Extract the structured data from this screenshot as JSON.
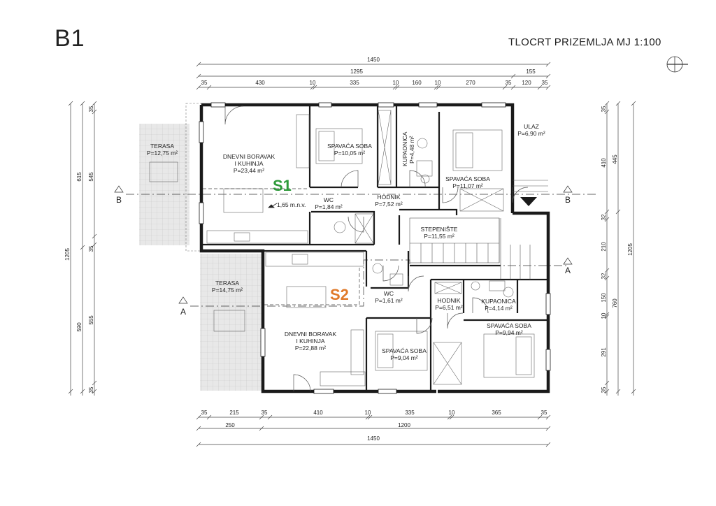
{
  "sheet": {
    "id": "B1",
    "title": "TLOCRT PRIZEMLJA   MJ 1:100"
  },
  "dims_top": {
    "total": "1450",
    "row2": [
      "1295",
      "155"
    ],
    "row3": [
      "35",
      "430",
      "10",
      "335",
      "10",
      "160",
      "10",
      "270",
      "35",
      "120",
      "35"
    ]
  },
  "dims_bottom": {
    "row1": [
      "35",
      "215",
      "35",
      "410",
      "10",
      "335",
      "10",
      "365",
      "35"
    ],
    "row2": [
      "250",
      "1200"
    ],
    "total": "1450"
  },
  "dims_left": {
    "outer": [
      "615",
      "590"
    ],
    "total": "1205",
    "inner": [
      "35",
      "545",
      "35",
      "555",
      "35"
    ]
  },
  "dims_right": {
    "inner": [
      "35",
      "410",
      "32",
      "210",
      "32",
      "150",
      "10",
      "291",
      "35"
    ],
    "mid": [
      "445",
      "760"
    ],
    "total": "1205"
  },
  "units": {
    "s1": "S1",
    "s2": "S2"
  },
  "rooms": {
    "terasa1": [
      "TERASA",
      "P=12,75 m²"
    ],
    "boravak1": [
      "DNEVNI BORAVAK",
      "I KUHINJA",
      "P=23,44 m²"
    ],
    "soba1": [
      "SPAVAĆA SOBA",
      "P=10,05 m²"
    ],
    "kupaonica1": [
      "KUPAONICA",
      "P=4,48 m²"
    ],
    "soba2": [
      "SPAVAĆA SOBA",
      "P=11,07 m²"
    ],
    "ulaz": [
      "ULAZ",
      "P=6,90 m²"
    ],
    "wc1": [
      "WC",
      "P=1,84 m²"
    ],
    "hodnik1": [
      "HODNIK",
      "P=7,52 m²"
    ],
    "stepeniste": [
      "STEPENIŠTE",
      "P=11,55 m²"
    ],
    "terasa2": [
      "TERASA",
      "P=14,75 m²"
    ],
    "wc2": [
      "WC",
      "P=1,61 m²"
    ],
    "hodnik2": [
      "HODNIK",
      "P=6,51 m²"
    ],
    "kupaonica2": [
      "KUPAONICA",
      "P=4,14 m²"
    ],
    "soba3": [
      "SPAVAĆA SOBA",
      "P=9,94 m²"
    ],
    "boravak2": [
      "DNEVNI BORAVAK",
      "I KUHINJA",
      "P=22,88 m²"
    ],
    "soba4": [
      "SPAVAĆA SOBA",
      "P=9,04 m²"
    ]
  },
  "level": "1,65 m.n.v.",
  "sections": {
    "b": "B",
    "a": "A"
  },
  "colors": {
    "s1": "#2e9a3a",
    "s2": "#e07a2a",
    "wall": "#1a1a1a",
    "line": "#555555"
  }
}
